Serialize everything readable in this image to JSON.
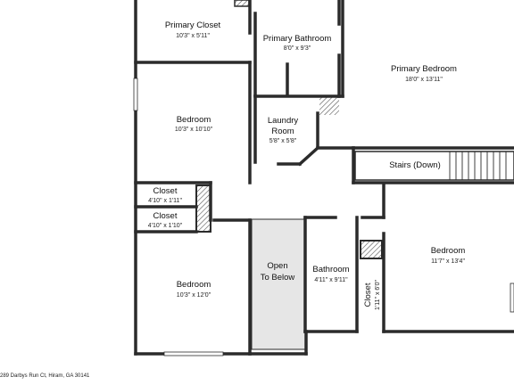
{
  "rooms": {
    "primary_closet": {
      "name": "Primary Closet",
      "dims": "10'3\" x 5'11\""
    },
    "primary_bath": {
      "name": "Primary Bathroom",
      "dims": "8'0\" x 9'3\""
    },
    "primary_bedroom": {
      "name": "Primary Bedroom",
      "dims": "18'0\" x 13'11\""
    },
    "bedroom_1": {
      "name": "Bedroom",
      "dims": "10'3\" x 10'10\""
    },
    "laundry": {
      "name_line1": "Laundry",
      "name_line2": "Room",
      "dims": "5'8\" x 5'8\""
    },
    "stairs": {
      "name": "Stairs (Down)"
    },
    "closet_1": {
      "name": "Closet",
      "dims": "4'10\" x 1'11\""
    },
    "closet_2": {
      "name": "Closet",
      "dims": "4'10\" x 1'10\""
    },
    "open_to_below": {
      "line1": "Open",
      "line2": "To Below"
    },
    "bathroom": {
      "name": "Bathroom",
      "dims": "4'11\" x 9'11\""
    },
    "closet_3": {
      "name": "Closet",
      "dims": "1'11\" x 6'0\""
    },
    "bedroom_2": {
      "name": "Bedroom",
      "dims": "11'7\" x 13'4\""
    },
    "bedroom_3": {
      "name": "Bedroom",
      "dims": "10'3\" x 12'0\""
    }
  },
  "footer": {
    "address": "289 Darbys Run Ct, Hiram, GA 30141"
  },
  "colors": {
    "wall": "#2b2b2b",
    "open_fill": "#e6e6e6",
    "hatch": "#555555",
    "background": "#ffffff"
  }
}
